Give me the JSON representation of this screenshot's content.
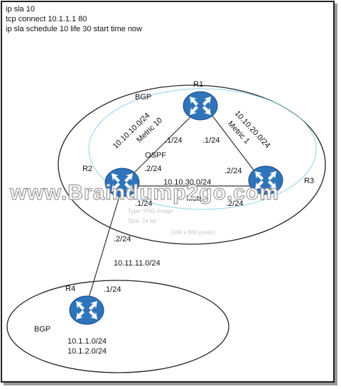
{
  "config_lines": [
    "ip sla 10",
    "tcp connect 10.1.1.1 80",
    "ip sla schedule 10 life 30 start time now"
  ],
  "top_domain": {
    "protocol_outer": "BGP",
    "protocol_inner": "OSPF"
  },
  "bottom_domain": {
    "protocol": "BGP",
    "networks": [
      "10.1.1.0/24",
      "10.1.2.0/24"
    ]
  },
  "routers": {
    "r1": "R1",
    "r2": "R2",
    "r3": "R3",
    "r4": "R4"
  },
  "links": {
    "r1_r2": {
      "network": "10.10.10.0/24",
      "metric": "Metric 10",
      "r1_if": ".1/24",
      "r2_if": ".2/24"
    },
    "r1_r3": {
      "network": "10.10.20.0/24",
      "metric": "Metric 1",
      "r1_if": ".1/24",
      "r3_if": ".2/24"
    },
    "r2_r3": {
      "network": "10.10.30.0/24",
      "metric": "Metr",
      "r2_if": ".1/24",
      "r3_if": ".2/24"
    },
    "r2_r4": {
      "network": "10.11.11.0/24",
      "r2_if": ".2/24",
      "r4_if": ".1/24"
    }
  },
  "watermark": "www.Braindump2go.com",
  "ghost_text": [
    "Type: PNG image",
    "Size: 24 kb",
    "(348 x 860 pixels)"
  ],
  "colors": {
    "router_fill": "#2f73b8",
    "router_arrow": "#ffffff",
    "inner_ring": "#8fd3e6",
    "link": "#333333"
  }
}
